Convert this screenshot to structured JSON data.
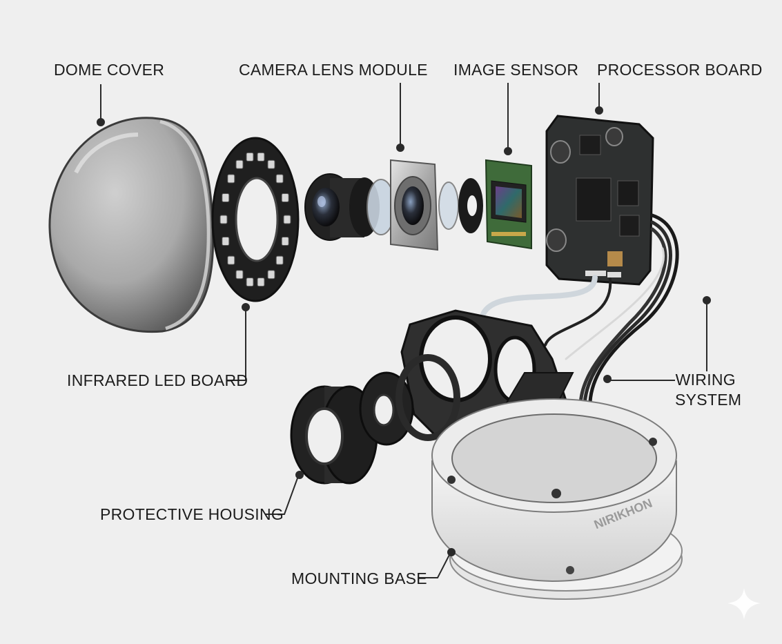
{
  "labels": {
    "dome_cover": "DOME COVER",
    "camera_lens_module": "CAMERA LENS MODULE",
    "image_sensor": "IMAGE SENSOR",
    "processor_board": "PROCESSOR BOARD",
    "infrared_led_board": "INFRARED LED BOARD",
    "wiring_system": "WIRING\nSYSTEM",
    "protective_housing": "PROTECTIVE HOUSING",
    "mounting_base": "MOUNTING BASE"
  },
  "brand": "NIRIKHON",
  "colors": {
    "background": "#efefef",
    "pcb": "#2e3030",
    "sensor_pcb": "#3f6b3a",
    "housing": "#2b2b2b",
    "base": "#e9e9e9"
  },
  "icons": {
    "corner_mark": "sparkle-icon"
  }
}
